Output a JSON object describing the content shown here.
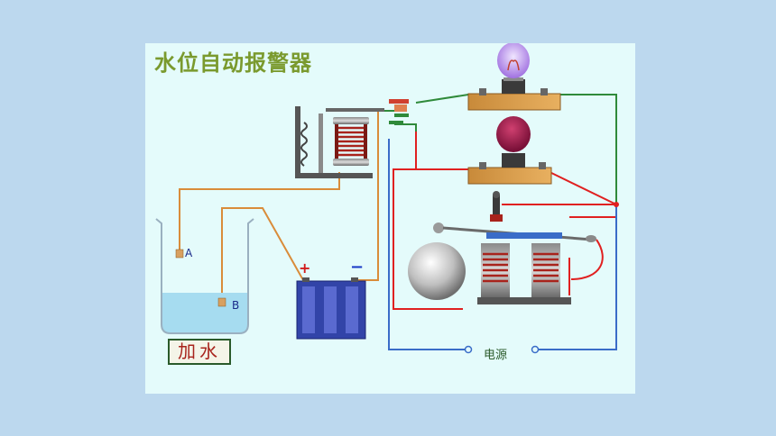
{
  "title": "水位自动报警器",
  "labels": {
    "a": "A",
    "b": "B",
    "plus": "+",
    "minus": "−",
    "power": "电源"
  },
  "add_water_button": "加水",
  "colors": {
    "background": "#bcd8ee",
    "canvas": "#e4fbfb",
    "title": "#7a9a2e",
    "wire_orange": "#d98c3a",
    "wire_red": "#e02020",
    "wire_green": "#2f8a3a",
    "wire_blue": "#3a6cc8",
    "water": "#a6dcf0",
    "coil": "#a8231c",
    "bulb_violet": "#b47ae8",
    "bulb_magenta": "#a0184c",
    "battery": "#3244a8"
  },
  "icons": [
    "relay-icon",
    "beaker-icon",
    "battery-icon",
    "lamp-icon",
    "bell-icon",
    "electromagnet-icon"
  ]
}
